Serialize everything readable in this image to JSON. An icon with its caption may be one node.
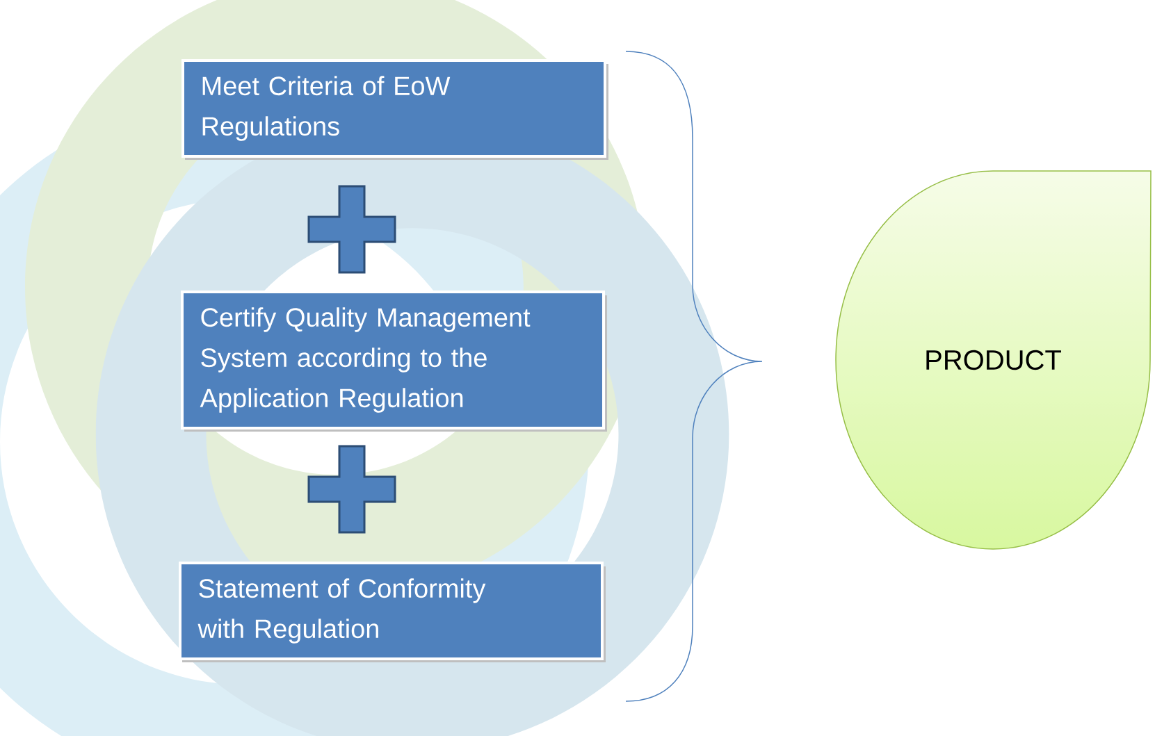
{
  "diagram": {
    "nodes": [
      {
        "text": [
          "Meet Criteria of EoW Regulations"
        ]
      },
      {
        "text": [],
        "shape": "plus"
      },
      {
        "text": [
          "Certify Quality Management System according to the Application Regulation"
        ]
      },
      {
        "text": [],
        "shape": "plus"
      },
      {
        "text": [
          "Statement of Conformity with Regulation"
        ]
      },
      {
        "text": [
          "PRODUCT"
        ]
      }
    ]
  }
}
